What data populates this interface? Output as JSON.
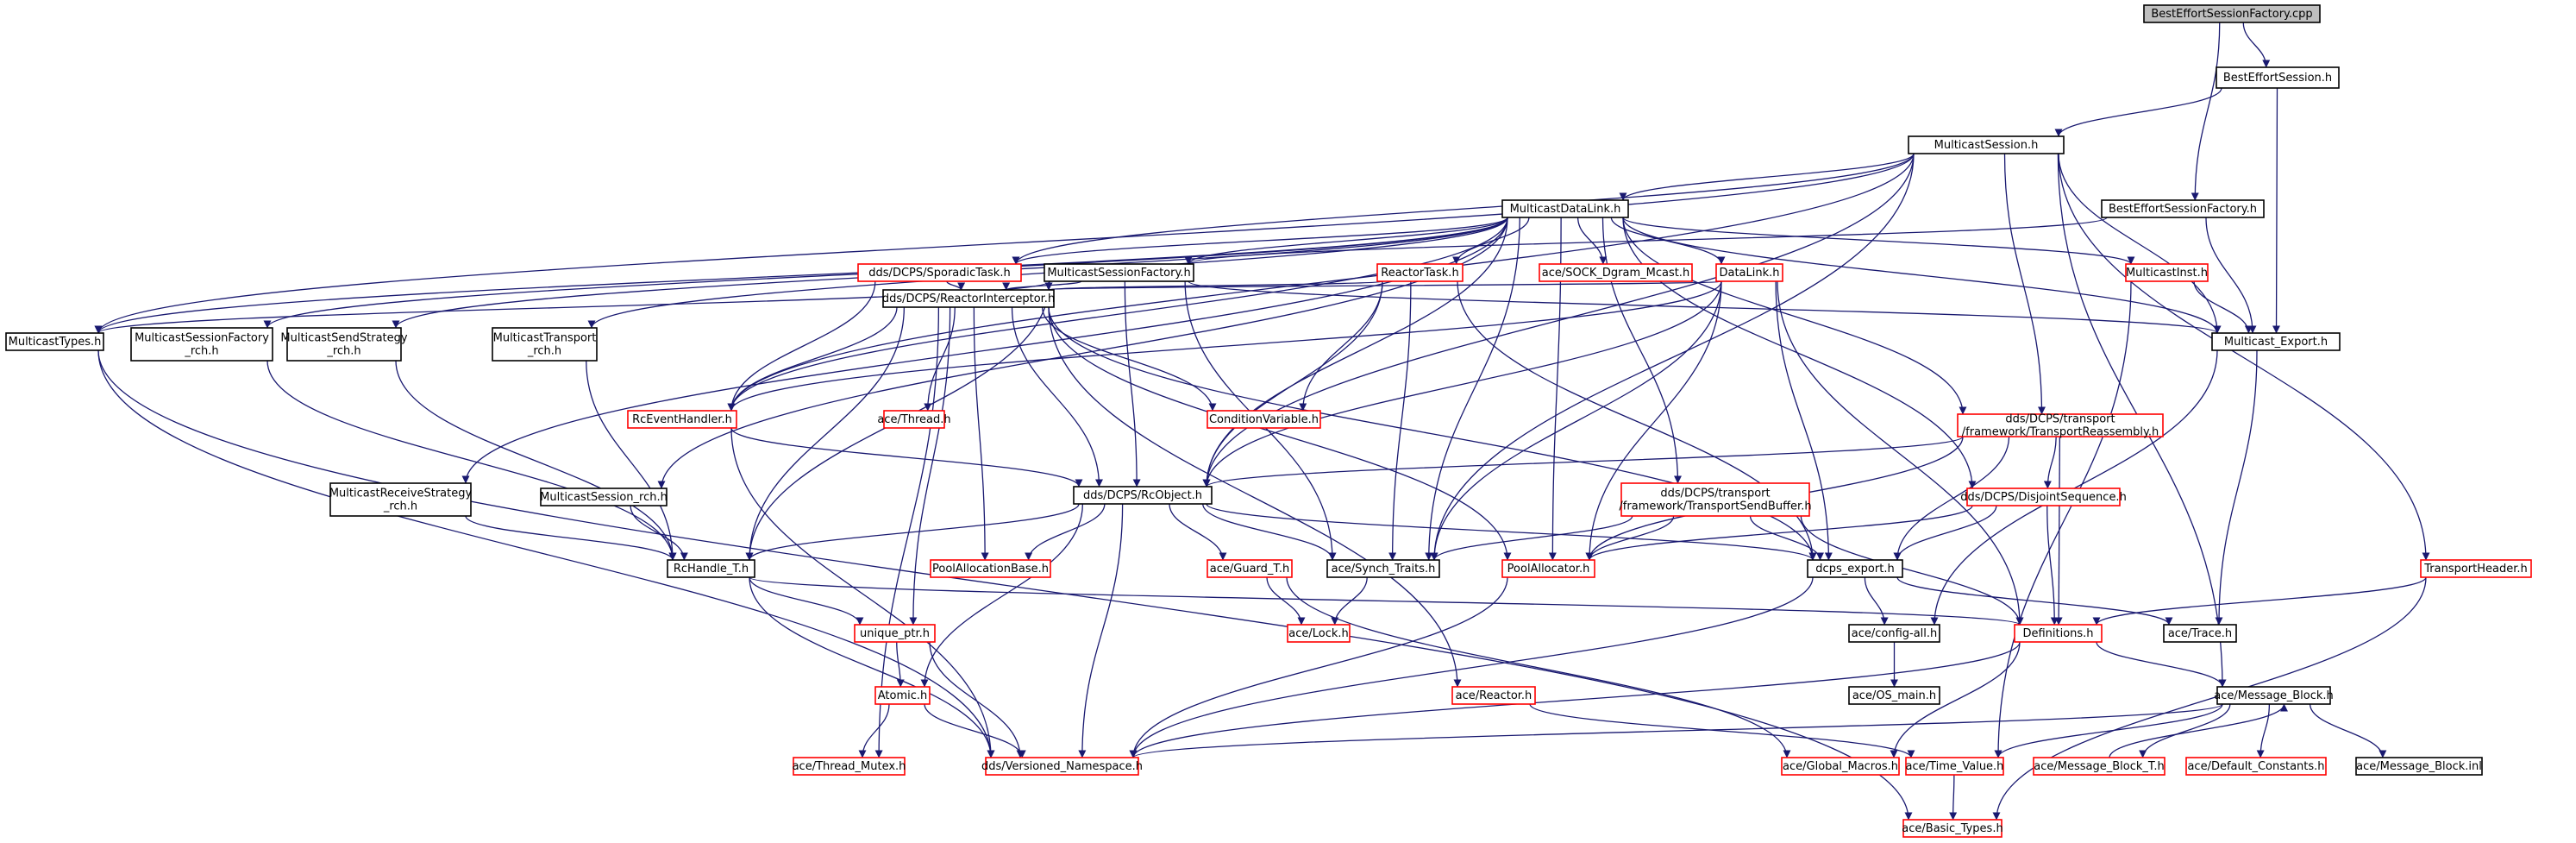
{
  "colors": {
    "edge": "#191970",
    "node_fill": "#ffffff",
    "root_fill": "#bfbfbf",
    "border_normal": "#000000",
    "border_unexpanded": "#ff0000",
    "border_root": "#000000"
  },
  "nodes": [
    {
      "id": "n01",
      "lines": [
        "BestEffortSessionFactory.cpp"
      ],
      "border": "root"
    },
    {
      "id": "n02",
      "lines": [
        "BestEffortSession.h"
      ],
      "border": "normal"
    },
    {
      "id": "n03",
      "lines": [
        "MulticastSession.h"
      ],
      "border": "normal"
    },
    {
      "id": "n04",
      "lines": [
        "MulticastDataLink.h"
      ],
      "border": "normal"
    },
    {
      "id": "n05",
      "lines": [
        "BestEffortSessionFactory.h"
      ],
      "border": "normal"
    },
    {
      "id": "n06",
      "lines": [
        "dds/DCPS/SporadicTask.h"
      ],
      "border": "unexpanded"
    },
    {
      "id": "n07",
      "lines": [
        "MulticastSessionFactory.h"
      ],
      "border": "normal"
    },
    {
      "id": "n08",
      "lines": [
        "ReactorTask.h"
      ],
      "border": "unexpanded"
    },
    {
      "id": "n09",
      "lines": [
        "ace/SOCK_Dgram_Mcast.h"
      ],
      "border": "unexpanded"
    },
    {
      "id": "n10",
      "lines": [
        "DataLink.h"
      ],
      "border": "unexpanded"
    },
    {
      "id": "n11",
      "lines": [
        "MulticastInst.h"
      ],
      "border": "unexpanded"
    },
    {
      "id": "n12",
      "lines": [
        "MulticastTypes.h"
      ],
      "border": "normal"
    },
    {
      "id": "n13",
      "lines": [
        "MulticastSessionFactory",
        "_rch.h"
      ],
      "border": "normal"
    },
    {
      "id": "n14",
      "lines": [
        "MulticastSendStrategy",
        "_rch.h"
      ],
      "border": "normal"
    },
    {
      "id": "n15",
      "lines": [
        "MulticastTransport",
        "_rch.h"
      ],
      "border": "normal"
    },
    {
      "id": "n16",
      "lines": [
        "dds/DCPS/ReactorInterceptor.h"
      ],
      "border": "normal"
    },
    {
      "id": "n17",
      "lines": [
        "Multicast_Export.h"
      ],
      "border": "normal"
    },
    {
      "id": "n18",
      "lines": [
        "RcEventHandler.h"
      ],
      "border": "unexpanded"
    },
    {
      "id": "n19",
      "lines": [
        "ace/Thread.h"
      ],
      "border": "unexpanded"
    },
    {
      "id": "n20",
      "lines": [
        "ConditionVariable.h"
      ],
      "border": "unexpanded"
    },
    {
      "id": "n21",
      "lines": [
        "dds/DCPS/transport",
        "/framework/TransportReassembly.h"
      ],
      "border": "unexpanded"
    },
    {
      "id": "n22",
      "lines": [
        "MulticastReceiveStrategy",
        "_rch.h"
      ],
      "border": "normal"
    },
    {
      "id": "n23",
      "lines": [
        "MulticastSession_rch.h"
      ],
      "border": "normal"
    },
    {
      "id": "n24",
      "lines": [
        "dds/DCPS/RcObject.h"
      ],
      "border": "normal"
    },
    {
      "id": "n25",
      "lines": [
        "dds/DCPS/transport",
        "/framework/TransportSendBuffer.h"
      ],
      "border": "unexpanded"
    },
    {
      "id": "n26",
      "lines": [
        "dds/DCPS/DisjointSequence.h"
      ],
      "border": "unexpanded"
    },
    {
      "id": "n27",
      "lines": [
        "RcHandle_T.h"
      ],
      "border": "normal"
    },
    {
      "id": "n28",
      "lines": [
        "PoolAllocationBase.h"
      ],
      "border": "unexpanded"
    },
    {
      "id": "n29",
      "lines": [
        "ace/Guard_T.h"
      ],
      "border": "unexpanded"
    },
    {
      "id": "n30",
      "lines": [
        "ace/Synch_Traits.h"
      ],
      "border": "normal"
    },
    {
      "id": "n31",
      "lines": [
        "PoolAllocator.h"
      ],
      "border": "unexpanded"
    },
    {
      "id": "n32",
      "lines": [
        "dcps_export.h"
      ],
      "border": "normal"
    },
    {
      "id": "n33",
      "lines": [
        "TransportHeader.h"
      ],
      "border": "unexpanded"
    },
    {
      "id": "n34",
      "lines": [
        "unique_ptr.h"
      ],
      "border": "unexpanded"
    },
    {
      "id": "n35",
      "lines": [
        "ace/Lock.h"
      ],
      "border": "unexpanded"
    },
    {
      "id": "n36",
      "lines": [
        "ace/config-all.h"
      ],
      "border": "normal"
    },
    {
      "id": "n37",
      "lines": [
        "Definitions.h"
      ],
      "border": "unexpanded"
    },
    {
      "id": "n38",
      "lines": [
        "ace/Trace.h"
      ],
      "border": "normal"
    },
    {
      "id": "n39",
      "lines": [
        "Atomic.h"
      ],
      "border": "unexpanded"
    },
    {
      "id": "n40",
      "lines": [
        "ace/Reactor.h"
      ],
      "border": "unexpanded"
    },
    {
      "id": "n41",
      "lines": [
        "ace/OS_main.h"
      ],
      "border": "normal"
    },
    {
      "id": "n42",
      "lines": [
        "ace/Message_Block.h"
      ],
      "border": "normal"
    },
    {
      "id": "n43",
      "lines": [
        "ace/Thread_Mutex.h"
      ],
      "border": "unexpanded"
    },
    {
      "id": "n44",
      "lines": [
        "dds/Versioned_Namespace.h"
      ],
      "border": "unexpanded"
    },
    {
      "id": "n45",
      "lines": [
        "ace/Global_Macros.h"
      ],
      "border": "unexpanded"
    },
    {
      "id": "n46",
      "lines": [
        "ace/Time_Value.h"
      ],
      "border": "unexpanded"
    },
    {
      "id": "n47",
      "lines": [
        "ace/Message_Block_T.h"
      ],
      "border": "unexpanded"
    },
    {
      "id": "n48",
      "lines": [
        "ace/Default_Constants.h"
      ],
      "border": "unexpanded"
    },
    {
      "id": "n49",
      "lines": [
        "ace/Message_Block.inl"
      ],
      "border": "normal"
    },
    {
      "id": "n50",
      "lines": [
        "ace/Basic_Types.h"
      ],
      "border": "unexpanded"
    }
  ],
  "edges": [
    [
      "n01",
      "n02"
    ],
    [
      "n01",
      "n05"
    ],
    [
      "n02",
      "n03"
    ],
    [
      "n02",
      "n17"
    ],
    [
      "n03",
      "n04"
    ],
    [
      "n03",
      "n06"
    ],
    [
      "n03",
      "n12"
    ],
    [
      "n03",
      "n17"
    ],
    [
      "n03",
      "n21"
    ],
    [
      "n03",
      "n24"
    ],
    [
      "n03",
      "n30"
    ],
    [
      "n03",
      "n33"
    ],
    [
      "n03",
      "n42"
    ],
    [
      "n03",
      "n18"
    ],
    [
      "n04",
      "n06"
    ],
    [
      "n04",
      "n07"
    ],
    [
      "n04",
      "n08"
    ],
    [
      "n04",
      "n09"
    ],
    [
      "n04",
      "n10"
    ],
    [
      "n04",
      "n11"
    ],
    [
      "n04",
      "n12"
    ],
    [
      "n04",
      "n13"
    ],
    [
      "n04",
      "n14"
    ],
    [
      "n04",
      "n15"
    ],
    [
      "n04",
      "n22"
    ],
    [
      "n04",
      "n23"
    ],
    [
      "n04",
      "n17"
    ],
    [
      "n04",
      "n21"
    ],
    [
      "n04",
      "n25"
    ],
    [
      "n04",
      "n26"
    ],
    [
      "n04",
      "n31"
    ],
    [
      "n04",
      "n30"
    ],
    [
      "n04",
      "n24"
    ],
    [
      "n04",
      "n18"
    ],
    [
      "n05",
      "n07"
    ],
    [
      "n05",
      "n17"
    ],
    [
      "n06",
      "n16"
    ],
    [
      "n06",
      "n18"
    ],
    [
      "n07",
      "n12"
    ],
    [
      "n07",
      "n16"
    ],
    [
      "n07",
      "n17"
    ],
    [
      "n07",
      "n24"
    ],
    [
      "n07",
      "n27"
    ],
    [
      "n07",
      "n30"
    ],
    [
      "n08",
      "n16"
    ],
    [
      "n08",
      "n20"
    ],
    [
      "n08",
      "n24"
    ],
    [
      "n08",
      "n30"
    ],
    [
      "n08",
      "n32"
    ],
    [
      "n10",
      "n16"
    ],
    [
      "n10",
      "n18"
    ],
    [
      "n10",
      "n24"
    ],
    [
      "n10",
      "n30"
    ],
    [
      "n10",
      "n31"
    ],
    [
      "n10",
      "n32"
    ],
    [
      "n10",
      "n37"
    ],
    [
      "n11",
      "n17"
    ],
    [
      "n11",
      "n46"
    ],
    [
      "n12",
      "n44"
    ],
    [
      "n12",
      "n50"
    ],
    [
      "n13",
      "n27"
    ],
    [
      "n14",
      "n27"
    ],
    [
      "n15",
      "n27"
    ],
    [
      "n16",
      "n18"
    ],
    [
      "n16",
      "n19"
    ],
    [
      "n16",
      "n20"
    ],
    [
      "n16",
      "n24"
    ],
    [
      "n16",
      "n27"
    ],
    [
      "n16",
      "n28"
    ],
    [
      "n16",
      "n31"
    ],
    [
      "n16",
      "n32"
    ],
    [
      "n16",
      "n34"
    ],
    [
      "n16",
      "n40"
    ],
    [
      "n16",
      "n43"
    ],
    [
      "n17",
      "n36"
    ],
    [
      "n17",
      "n38"
    ],
    [
      "n18",
      "n24"
    ],
    [
      "n18",
      "n44"
    ],
    [
      "n21",
      "n24"
    ],
    [
      "n21",
      "n26"
    ],
    [
      "n21",
      "n31"
    ],
    [
      "n21",
      "n32"
    ],
    [
      "n21",
      "n37"
    ],
    [
      "n22",
      "n27"
    ],
    [
      "n23",
      "n27"
    ],
    [
      "n24",
      "n27"
    ],
    [
      "n24",
      "n28"
    ],
    [
      "n24",
      "n29"
    ],
    [
      "n24",
      "n30"
    ],
    [
      "n24",
      "n32"
    ],
    [
      "n24",
      "n39"
    ],
    [
      "n24",
      "n44"
    ],
    [
      "n25",
      "n30"
    ],
    [
      "n25",
      "n31"
    ],
    [
      "n25",
      "n32"
    ],
    [
      "n25",
      "n37"
    ],
    [
      "n26",
      "n31"
    ],
    [
      "n26",
      "n32"
    ],
    [
      "n26",
      "n37"
    ],
    [
      "n27",
      "n34"
    ],
    [
      "n27",
      "n37"
    ],
    [
      "n27",
      "n44"
    ],
    [
      "n29",
      "n35"
    ],
    [
      "n29",
      "n45"
    ],
    [
      "n30",
      "n35"
    ],
    [
      "n31",
      "n44"
    ],
    [
      "n32",
      "n36"
    ],
    [
      "n32",
      "n38"
    ],
    [
      "n32",
      "n44"
    ],
    [
      "n33",
      "n37"
    ],
    [
      "n33",
      "n50"
    ],
    [
      "n34",
      "n39"
    ],
    [
      "n34",
      "n44"
    ],
    [
      "n36",
      "n41"
    ],
    [
      "n37",
      "n42"
    ],
    [
      "n37",
      "n44"
    ],
    [
      "n37",
      "n45"
    ],
    [
      "n39",
      "n43"
    ],
    [
      "n39",
      "n44"
    ],
    [
      "n40",
      "n46"
    ],
    [
      "n42",
      "n44"
    ],
    [
      "n42",
      "n46"
    ],
    [
      "n42",
      "n47"
    ],
    [
      "n42",
      "n48"
    ],
    [
      "n42",
      "n49"
    ],
    [
      "n46",
      "n50"
    ],
    [
      "n47",
      "n42"
    ]
  ]
}
